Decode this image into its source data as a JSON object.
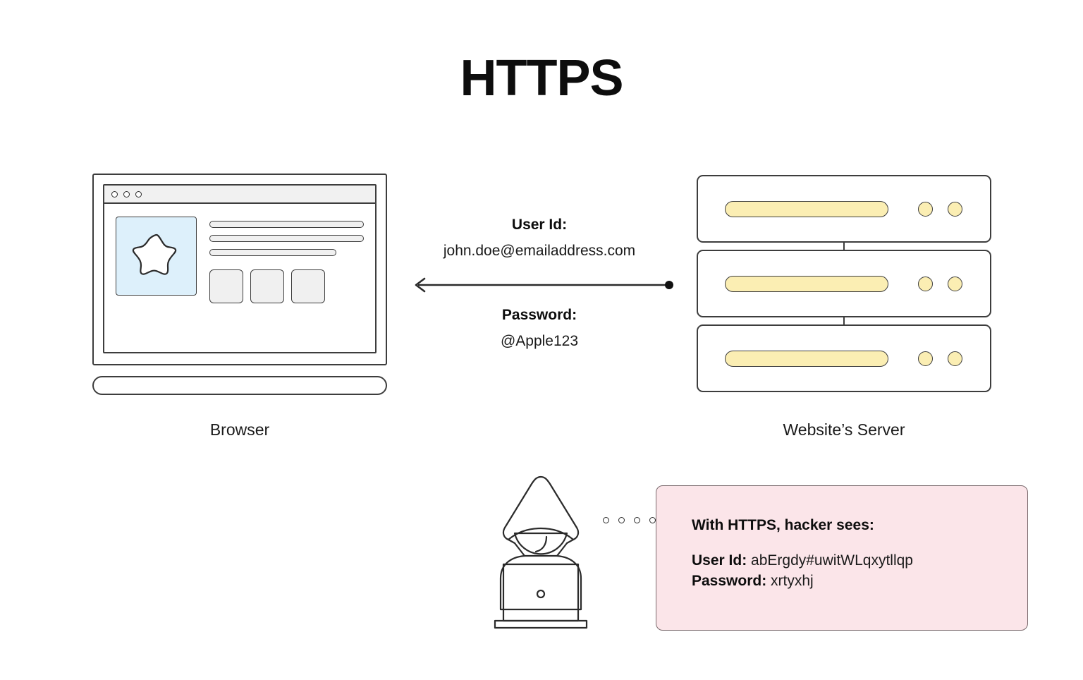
{
  "title": "HTTPS",
  "browser": {
    "caption": "Browser",
    "titlebar_dots": [
      "dot-1",
      "dot-2",
      "dot-3"
    ],
    "image_placeholder_icon": "star-icon",
    "text_lines": 3,
    "ui_blocks": 3
  },
  "server": {
    "caption": "Website’s Server",
    "racks": [
      {
        "bar": "storage-bar",
        "leds": 2
      },
      {
        "bar": "storage-bar",
        "leds": 2
      },
      {
        "bar": "storage-bar",
        "leds": 2
      }
    ]
  },
  "transmission": {
    "userid_label": "User Id:",
    "userid_value": "john.doe@emailaddress.com",
    "password_label": "Password:",
    "password_value": "@Apple123",
    "arrow_direction": "server-to-browser"
  },
  "hacker": {
    "icon": "hooded-hacker-with-laptop-icon",
    "eavesdrop_dots": 4
  },
  "callout": {
    "heading": "With HTTPS, hacker sees:",
    "rows": [
      {
        "key": "User Id:",
        "value": "abErgdy#uwitWLqxytllqp"
      },
      {
        "key": "Password:",
        "value": "xrtyxhj"
      }
    ]
  },
  "colors": {
    "background": "#ffffff",
    "ink": "#3d3d3d",
    "callout_bg": "#fbe5e9",
    "server_yellow": "#fbeeb3",
    "browser_blue": "#ddf0fb",
    "block_grey": "#f0f0f0"
  }
}
